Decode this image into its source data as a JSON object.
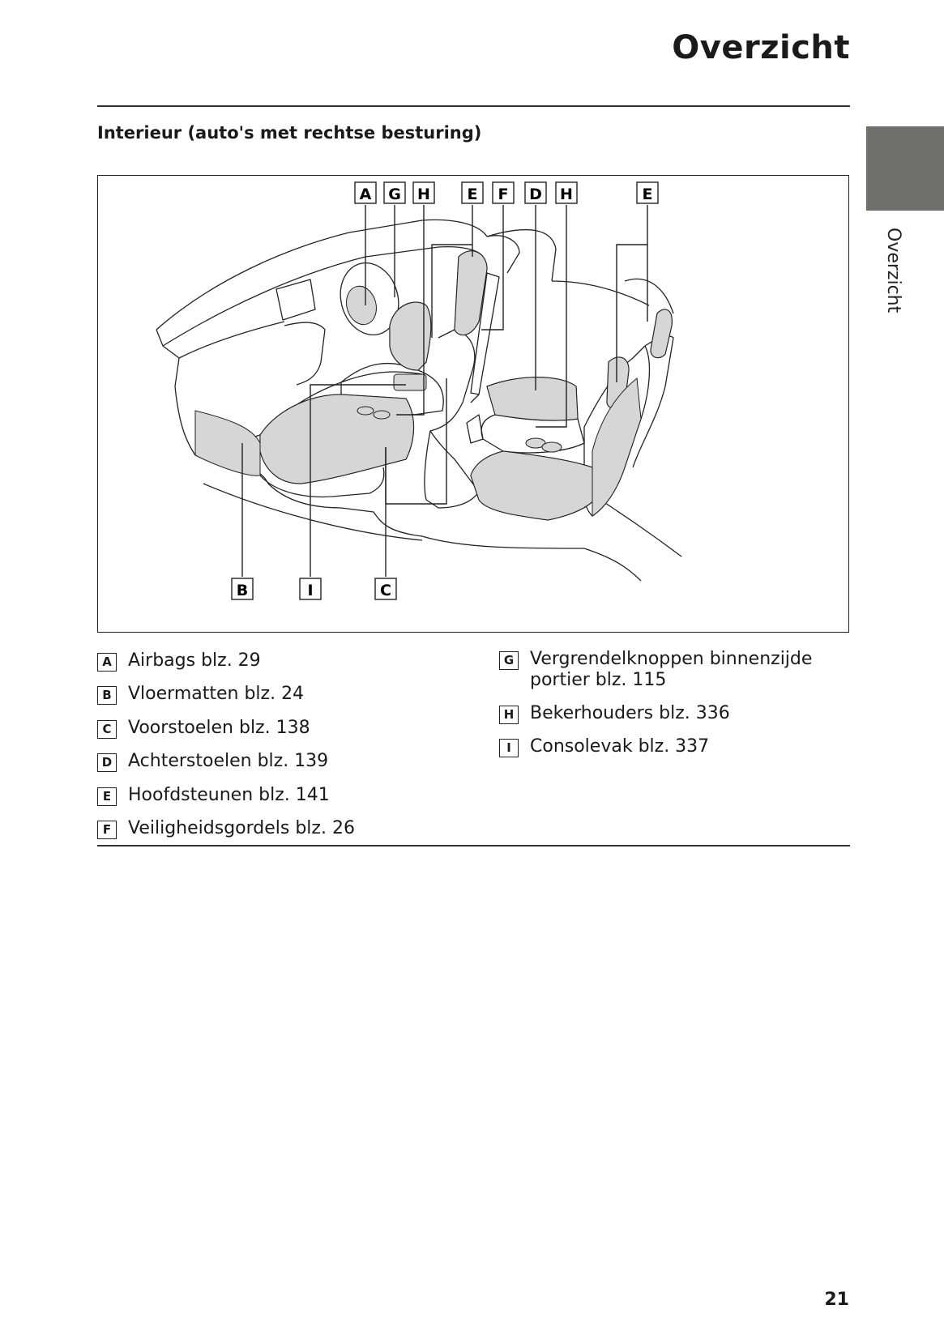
{
  "header": {
    "title": "Overzicht"
  },
  "side_tab": {
    "label": "Overzicht"
  },
  "section": {
    "heading": "Interieur (auto's met rechtse besturing)"
  },
  "figure": {
    "top_labels": [
      "A",
      "G",
      "H",
      "E",
      "F",
      "D",
      "H",
      "E"
    ],
    "bottom_labels": [
      "B",
      "I",
      "C"
    ]
  },
  "legend": {
    "left": [
      {
        "key": "A",
        "text": "Airbags blz. 29"
      },
      {
        "key": "B",
        "text": "Vloermatten blz. 24"
      },
      {
        "key": "C",
        "text": "Voorstoelen blz. 138"
      },
      {
        "key": "D",
        "text": "Achterstoelen blz. 139"
      },
      {
        "key": "E",
        "text": "Hoofdsteunen blz. 141"
      },
      {
        "key": "F",
        "text": "Veiligheidsgordels blz. 26"
      }
    ],
    "right": [
      {
        "key": "G",
        "text": "Vergrendelknoppen binnenzijde\nportier blz. 115"
      },
      {
        "key": "H",
        "text": "Bekerhouders blz. 336"
      },
      {
        "key": "I",
        "text": "Consolevak blz. 337"
      }
    ]
  },
  "footer": {
    "page_number": "21"
  }
}
